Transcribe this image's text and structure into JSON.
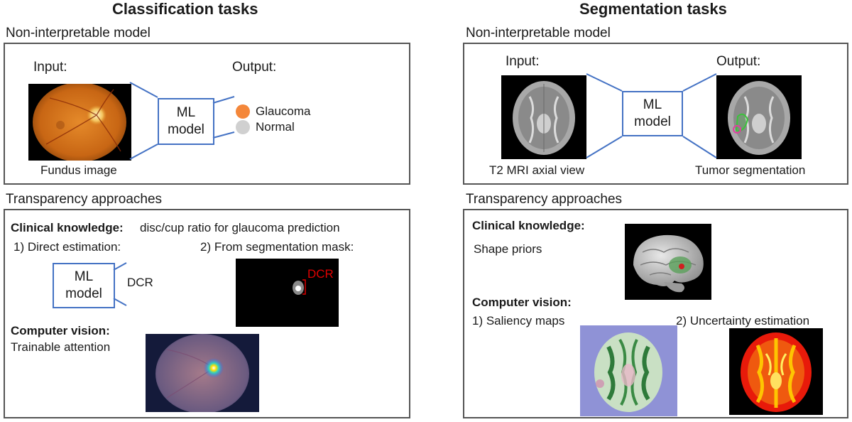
{
  "left": {
    "title": "Classification tasks",
    "non_interp_label": "Non-interpretable model",
    "input_label": "Input:",
    "output_label": "Output:",
    "model_line1": "ML",
    "model_line2": "model",
    "outputs": [
      {
        "label": "Glaucoma",
        "color": "#f4873a"
      },
      {
        "label": "Normal",
        "color": "#d0d0d0"
      }
    ],
    "image_caption": "Fundus image",
    "transparency_label": "Transparency approaches",
    "clinical_heading": "Clinical knowledge:",
    "clinical_text": "disc/cup ratio for glaucoma prediction",
    "method1": "1) Direct estimation:",
    "method2": "2) From segmentation mask:",
    "dcr_label": "DCR",
    "dcr_mask_label": "DCR",
    "cv_heading": "Computer vision:",
    "cv_text": "Trainable attention"
  },
  "right": {
    "title": "Segmentation tasks",
    "non_interp_label": "Non-interpretable model",
    "input_label": "Input:",
    "output_label": "Output:",
    "model_line1": "ML",
    "model_line2": "model",
    "input_caption": "T2 MRI axial view",
    "output_caption": "Tumor segmentation",
    "transparency_label": "Transparency approaches",
    "clinical_heading": "Clinical knowledge:",
    "clinical_text": "Shape priors",
    "cv_heading": "Computer vision:",
    "method1": "1) Saliency maps",
    "method2": "2) Uncertainty estimation"
  },
  "colors": {
    "accent_blue": "#4472c4",
    "panel_border": "#555555",
    "mask_label": "#e00000",
    "saliency_bg": "#8f92d6"
  }
}
